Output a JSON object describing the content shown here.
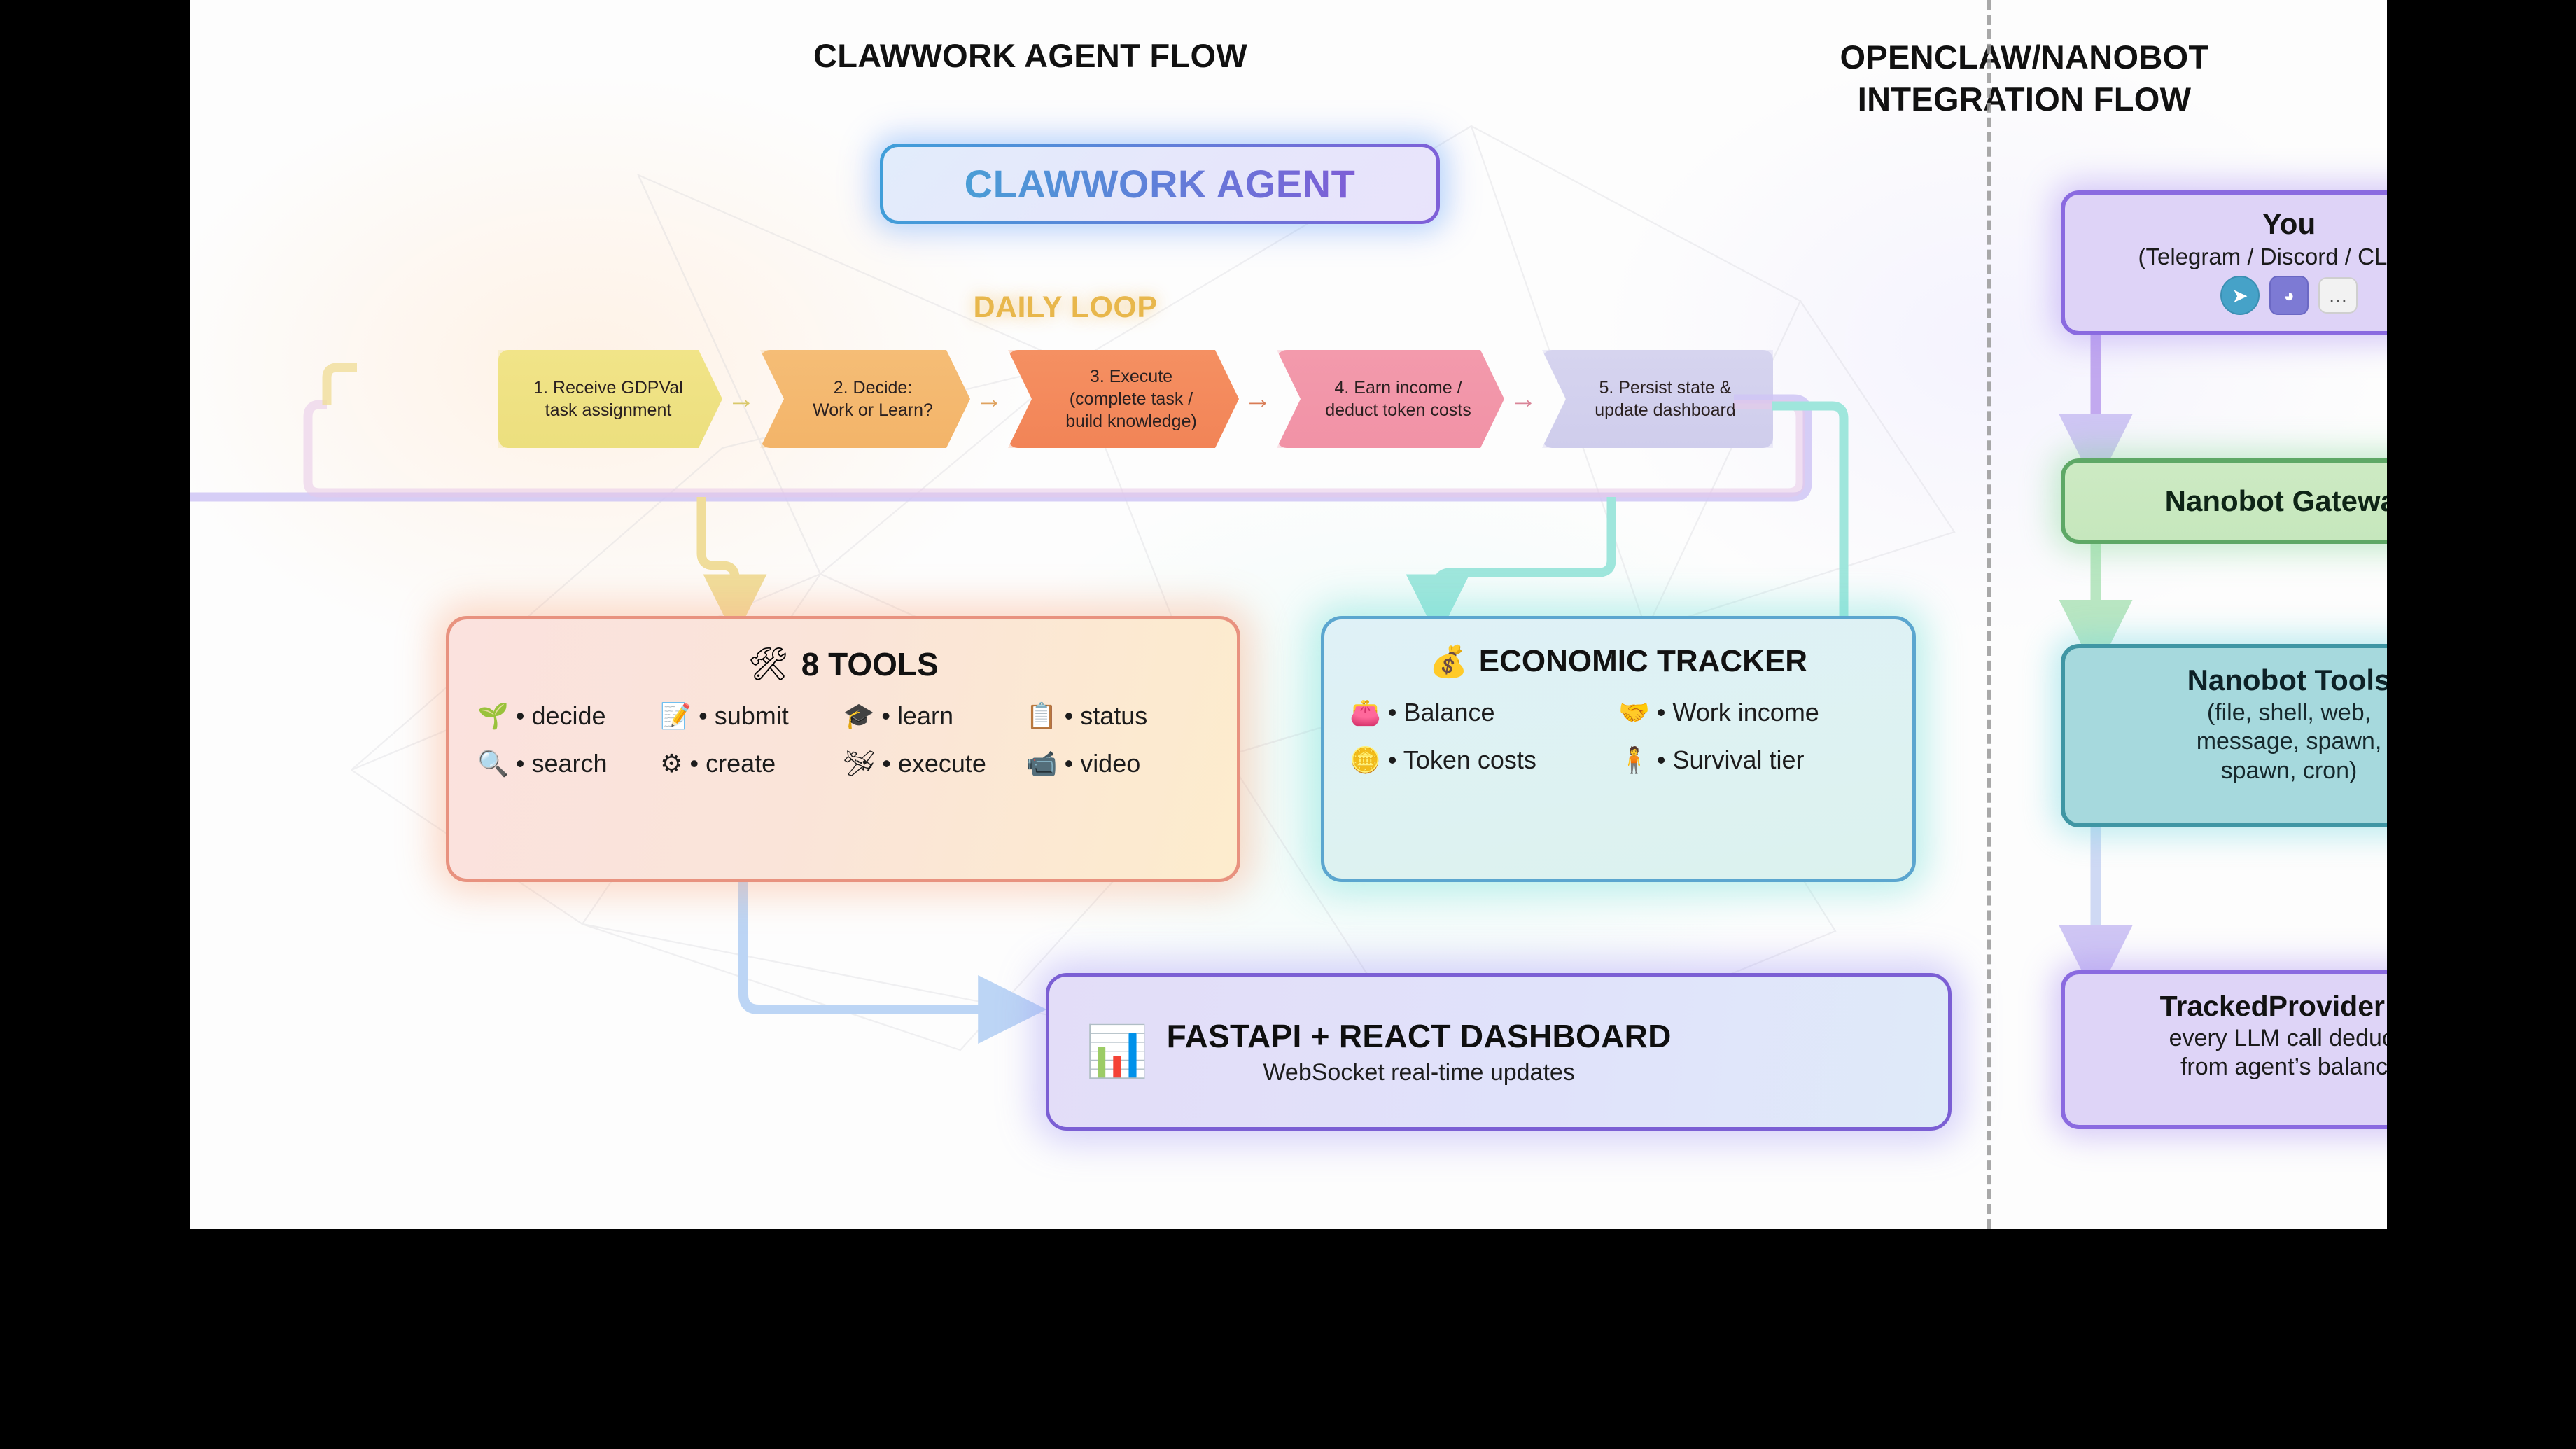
{
  "titles": {
    "left": "CLAWWORK AGENT FLOW",
    "right_line1": "OPENCLAW/NANOBOT",
    "right_line2": "INTEGRATION FLOW"
  },
  "agent_pill": {
    "label": "CLAWWORK AGENT"
  },
  "daily_loop": {
    "label": "DAILY LOOP",
    "arrow_glyph": "→",
    "steps": [
      {
        "line1": "1. Receive GDPVal",
        "line2": "task assignment",
        "line3": ""
      },
      {
        "line1": "2. Decide:",
        "line2": "Work or Learn?",
        "line3": ""
      },
      {
        "line1": "3. Execute",
        "line2": "(complete task /",
        "line3": "build knowledge)"
      },
      {
        "line1": "4. Earn income /",
        "line2": "deduct token costs",
        "line3": ""
      },
      {
        "line1": "5. Persist state &",
        "line2": "update dashboard",
        "line3": ""
      }
    ]
  },
  "tools_card": {
    "icon": "hammer-and-wrench-icon",
    "title": "8 TOOLS",
    "items": [
      {
        "icon": "decide-icon",
        "glyph": "🌱",
        "label": "decide"
      },
      {
        "icon": "submit-icon",
        "glyph": "📝",
        "label": "submit"
      },
      {
        "icon": "learn-icon",
        "glyph": "🎓",
        "label": "learn"
      },
      {
        "icon": "status-icon",
        "glyph": "📋",
        "label": "status"
      },
      {
        "icon": "search-icon",
        "glyph": "🔍",
        "label": "search"
      },
      {
        "icon": "create-icon",
        "glyph": "⚙",
        "label": "create"
      },
      {
        "icon": "execute-icon",
        "glyph": "🛩",
        "label": "execute"
      },
      {
        "icon": "video-icon",
        "glyph": "📹",
        "label": "video"
      }
    ]
  },
  "econ_card": {
    "icon": "coins-icon",
    "title": "ECONOMIC TRACKER",
    "items": [
      {
        "icon": "wallet-icon",
        "glyph": "👛",
        "label": "Balance"
      },
      {
        "icon": "work-income-icon",
        "glyph": "🤝",
        "label": "Work income"
      },
      {
        "icon": "token-coin-icon",
        "glyph": "🪙",
        "label": "Token costs"
      },
      {
        "icon": "survival-tier-icon",
        "glyph": "🧍",
        "label": "Survival tier"
      }
    ]
  },
  "dashboard_card": {
    "icon": "dashboard-chart-icon",
    "title": "FASTAPI + REACT DASHBOARD",
    "subtitle": "WebSocket real-time updates"
  },
  "right_flow": {
    "you": {
      "title": "You",
      "subtitle": "(Telegram / Discord / CLI / ...)",
      "icons": [
        {
          "name": "telegram-icon",
          "glyph": "➤"
        },
        {
          "name": "discord-icon",
          "glyph": "◕"
        },
        {
          "name": "chat-bubble-icon",
          "glyph": "…"
        }
      ]
    },
    "gateway": {
      "title": "Nanobot Gateway"
    },
    "nanobot_tools": {
      "title": "Nanobot Tools",
      "sub_line1": "(file, shell, web,",
      "sub_line2": "message, spawn,",
      "sub_line3": "spawn, cron)"
    },
    "tracked_provider": {
      "title": "TrackedProvider →",
      "sub_line1": "every LLM call deducts",
      "sub_line2": "from agent’s balance"
    }
  },
  "colors": {
    "step1": "#f1e488",
    "step2": "#f5bd76",
    "step3": "#f59062",
    "step4": "#f39aac",
    "step5": "#d6d4ef",
    "tools_border": "#e8927f",
    "econ_border": "#5ba6cf",
    "dashboard_border": "#7b5fd4",
    "purple": "#8a6ae0",
    "green": "#5ea866",
    "teal": "#3f96a4",
    "daily_loop_label": "#e8b74c",
    "divider": "#9a9a9a"
  }
}
